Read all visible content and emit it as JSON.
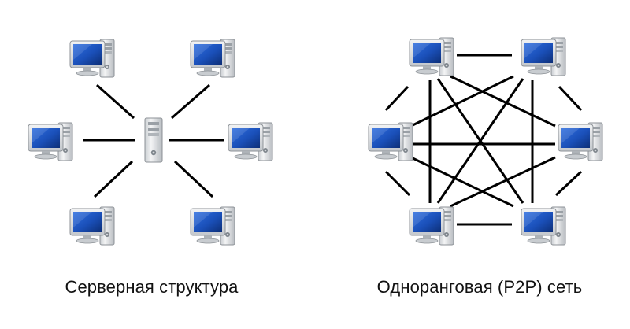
{
  "diagrams": [
    {
      "id": "server",
      "caption": "Серверная структура",
      "hub": "server-tower",
      "clients": [
        "workstation",
        "workstation",
        "workstation",
        "workstation",
        "workstation",
        "workstation"
      ]
    },
    {
      "id": "p2p",
      "caption": "Одноранговая (P2P) сеть",
      "peers": [
        "workstation",
        "workstation",
        "workstation",
        "workstation",
        "workstation",
        "workstation"
      ],
      "topology": "full-mesh"
    }
  ],
  "colors": {
    "line": "#000000",
    "screen": "#1a4fb8",
    "case": "#e9ecee",
    "monitor_frame": "#d8dce0"
  }
}
